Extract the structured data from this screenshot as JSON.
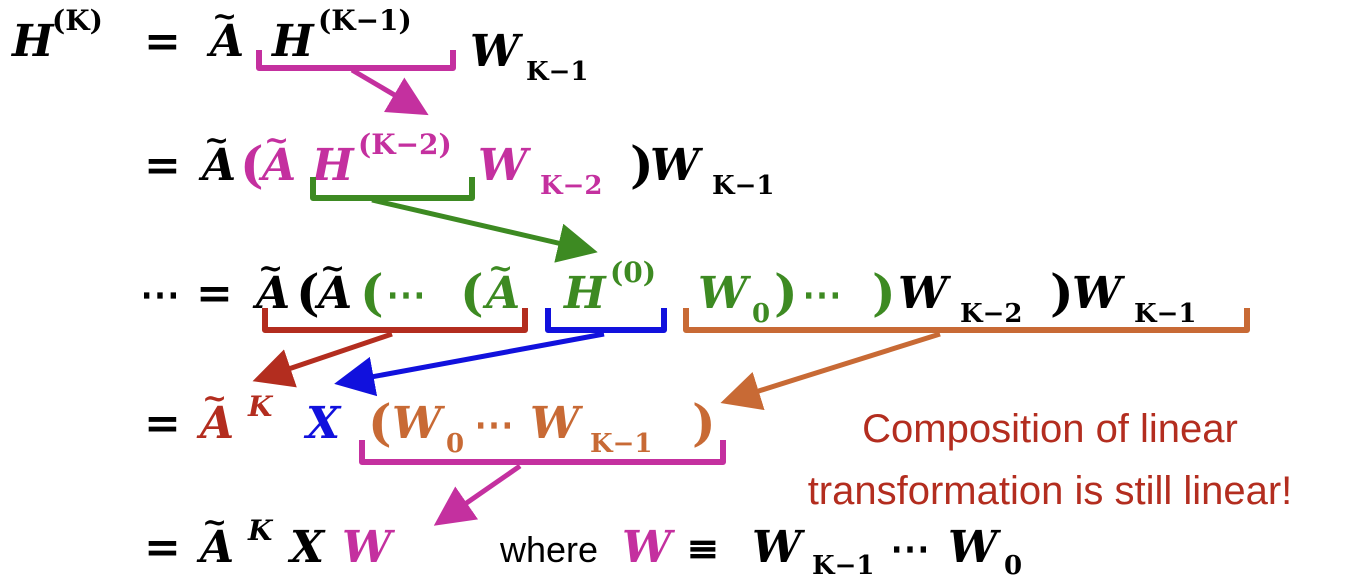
{
  "colors": {
    "black": "#000000",
    "magenta": "#c4309f",
    "green": "#3d8a22",
    "red": "#b32d1f",
    "blue": "#1111dd",
    "orange": "#c86a35",
    "note": "#b32d1f"
  },
  "line1": {
    "H": "H",
    "sup_K": "(K)",
    "eq": "=",
    "A": "A",
    "tilde": "~",
    "H2": "H",
    "sup_Km1": "(K−1)",
    "W": "W",
    "sub_Km1": "K−1"
  },
  "line2": {
    "eq": "=",
    "A": "A",
    "tilde": "~",
    "lp": "(",
    "A2": "A",
    "tilde2": "~",
    "H": "H",
    "sup_Km2": "(K−2)",
    "W": "W",
    "sub_Km2": "K−2",
    "rp": ")",
    "W2": "W",
    "sub_Km1": "K−1"
  },
  "line3": {
    "dots": "⋯",
    "eq": "=",
    "A": "A",
    "tilde": "~",
    "lp": "(",
    "A2": "A",
    "tilde2": "~",
    "lp2": "(",
    "dots2": "⋯",
    "lp3": "(",
    "A3": "A",
    "tilde3": "~",
    "H": "H",
    "sup_0": "(0)",
    "W0": "W",
    "sub_0": "0",
    "rp": ")",
    "dots3": "⋯",
    "rp2": ")",
    "Wk2": "W",
    "sub_Km2": "K−2",
    "rp3": ")",
    "Wk1": "W",
    "sub_Km1": "K−1"
  },
  "line4": {
    "eq": "=",
    "A": "A",
    "tilde": "~",
    "sup_K": "K",
    "X": "X",
    "lp": "(",
    "W0": "W",
    "sub_0": "0",
    "dots": "⋯",
    "W": "W",
    "sub_Km1": "K−1",
    "rp": ")"
  },
  "line5": {
    "eq": "=",
    "A": "A",
    "tilde": "~",
    "sup_K": "K",
    "X": "X",
    "W": "W",
    "where": "where",
    "W2": "W",
    "equiv": "≡",
    "W3": "W",
    "sub_Km1": "K−1",
    "dots": "⋯",
    "W4": "W",
    "sub_0": "0"
  },
  "note": {
    "line1": "Composition of linear",
    "line2": "transformation is still linear!"
  }
}
